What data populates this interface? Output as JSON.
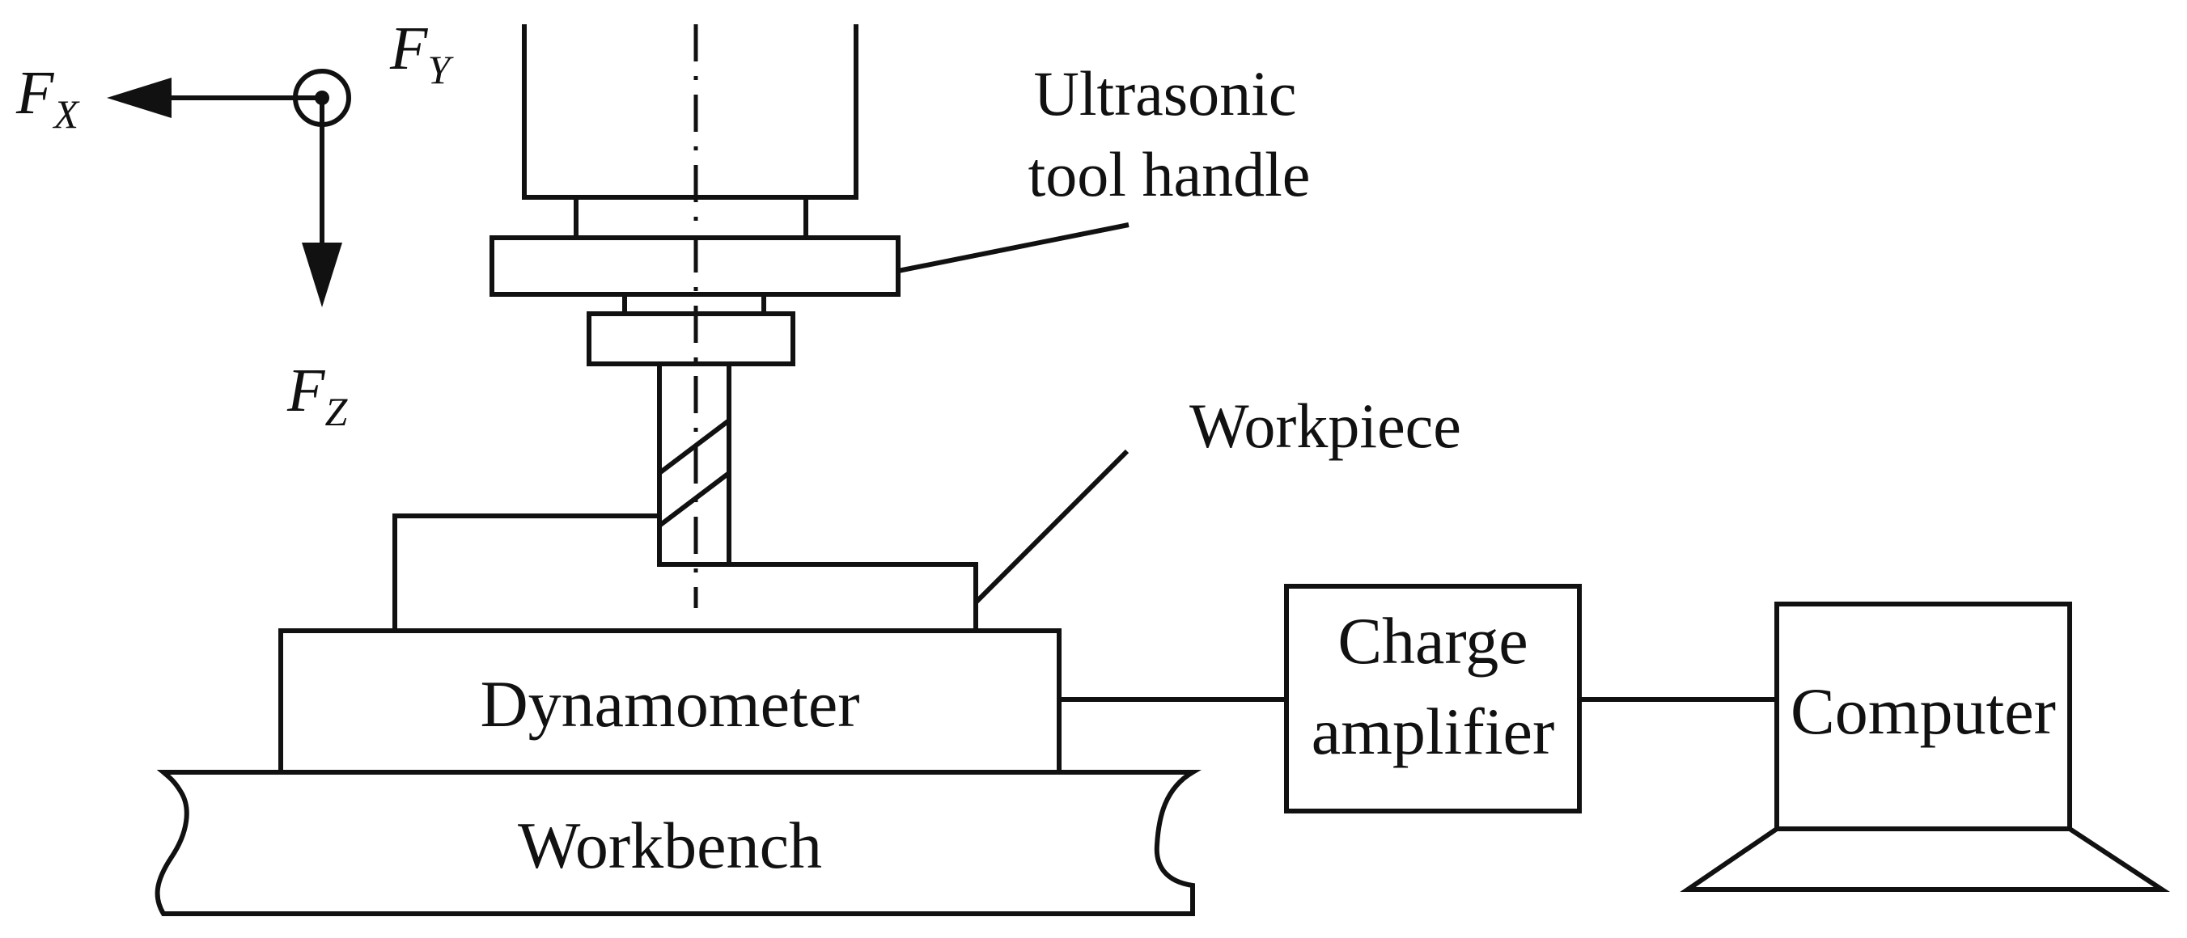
{
  "axes": {
    "fx_symbol": "F",
    "fx_sub": "X",
    "fy_symbol": "F",
    "fy_sub": "Y",
    "fz_symbol": "F",
    "fz_sub": "Z"
  },
  "labels": {
    "tool_handle_line1": "Ultrasonic",
    "tool_handle_line2": "tool handle",
    "workpiece": "Workpiece",
    "dynamometer": "Dynamometer",
    "workbench": "Workbench",
    "charge_amplifier_line1": "Charge",
    "charge_amplifier_line2": "amplifier",
    "computer": "Computer"
  }
}
